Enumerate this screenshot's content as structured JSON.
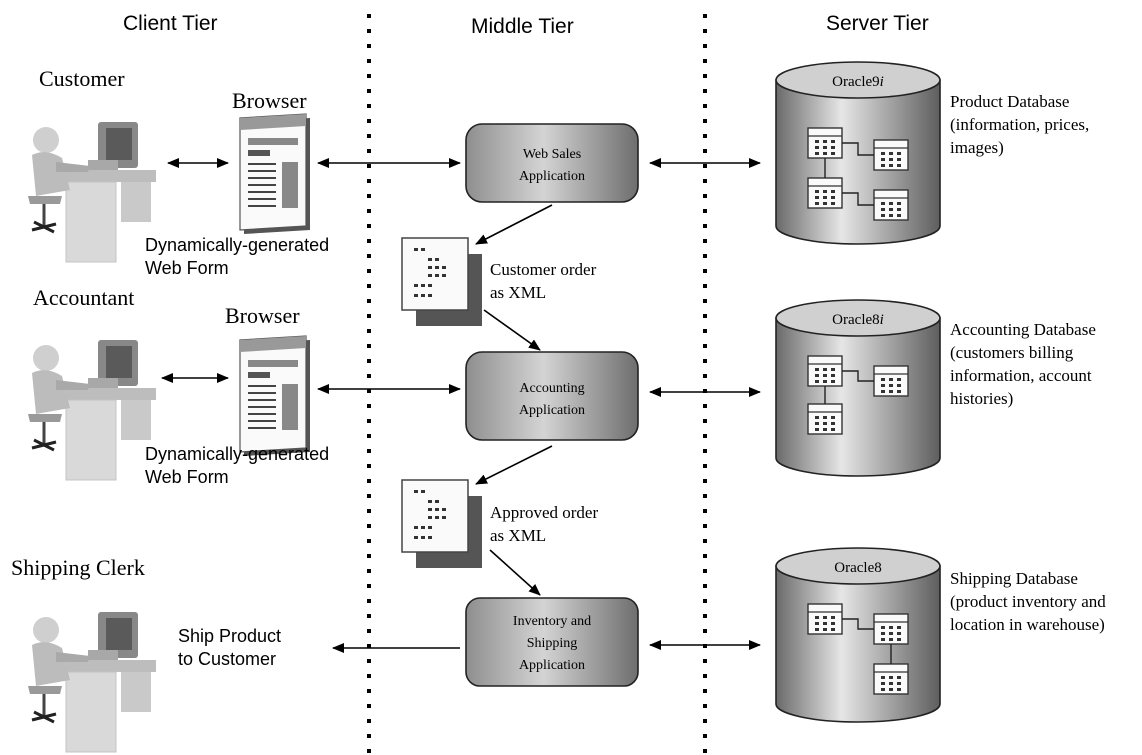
{
  "tiers": {
    "client": "Client Tier",
    "middle": "Middle Tier",
    "server": "Server Tier"
  },
  "actors": {
    "customer": "Customer",
    "accountant": "Accountant",
    "shipping_clerk": "Shipping Clerk"
  },
  "browsers": {
    "customer": "Browser",
    "accountant": "Browser"
  },
  "web_forms": {
    "customer": [
      "Dynamically-generated",
      "Web Form"
    ],
    "accountant": [
      "Dynamically-generated",
      "Web Form"
    ]
  },
  "ship_label": [
    "Ship Product",
    "to Customer"
  ],
  "applications": {
    "web_sales": [
      "Web Sales",
      "Application"
    ],
    "accounting": [
      "Accounting",
      "Application"
    ],
    "inventory": [
      "Inventory and",
      "Shipping",
      "Application"
    ]
  },
  "documents": {
    "customer_order": [
      "Customer order",
      "as XML"
    ],
    "approved_order": [
      "Approved order",
      "as XML"
    ]
  },
  "databases": {
    "product": {
      "label": "Oracle9",
      "suffix": "i",
      "desc": [
        "Product Database",
        "(information, prices,",
        "images)"
      ]
    },
    "accounting": {
      "label": "Oracle8",
      "suffix": "i",
      "desc": [
        "Accounting Database",
        "(customers billing",
        "information, account",
        "histories)"
      ]
    },
    "shipping": {
      "label": "Oracle8",
      "suffix": "",
      "desc": [
        "Shipping Database",
        "(product inventory and",
        "location in warehouse)"
      ]
    }
  }
}
